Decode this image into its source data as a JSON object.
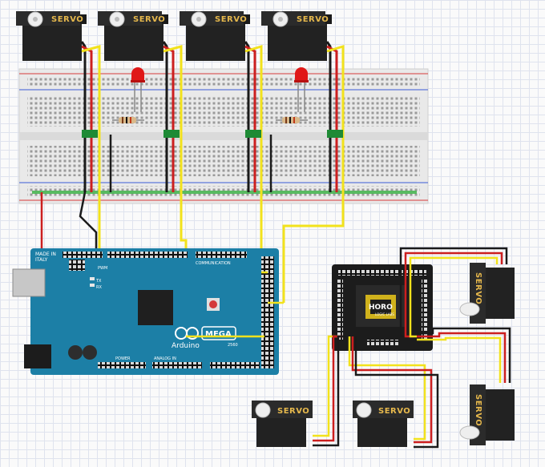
{
  "servo": {
    "label": "SERVO"
  },
  "arduino": {
    "made_in": "MADE IN",
    "country": "ITALY",
    "brand": "Arduino",
    "model": "MEGA",
    "tx": "TX",
    "rx": "RX",
    "pwm": "PWM",
    "communication": "COMMUNICATION",
    "power": "POWER",
    "analog_in": "ANALOG IN",
    "year": "2560"
  },
  "controller": {
    "brand": "HORO",
    "subtitle": "LOGIC LABS"
  },
  "colors": {
    "wire_red": "#cc1f1f",
    "wire_black": "#1a1a1a",
    "wire_yellow": "#f2e21c",
    "arduino_blue": "#1c7fa6",
    "led_red": "#e01818",
    "servo_label": "#e6b84c"
  }
}
